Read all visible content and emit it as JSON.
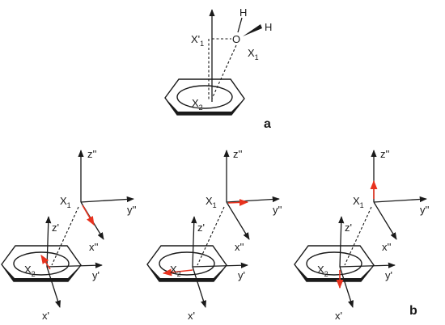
{
  "figure": {
    "panel_a": {
      "letter": "a",
      "h_top": "H",
      "h_right": "H",
      "oxygen": "O",
      "x1_prime": "X'",
      "x1_prime_sub": "1",
      "x1": "X",
      "x1_sub": "1",
      "x2": "X",
      "x2_sub": "2"
    },
    "panel_b": {
      "letter": "b",
      "frames": [
        {
          "z_double": "z''",
          "y_double": "y''",
          "x_double": "x''",
          "x1": "X",
          "x1_sub": "1",
          "z_prime": "z'",
          "y_prime": "y'",
          "x_prime": "x'",
          "x2": "X",
          "x2_sub": "2",
          "red_vector_on": "x-double-and-z-prime"
        },
        {
          "z_double": "z''",
          "y_double": "y''",
          "x_double": "x''",
          "x1": "X",
          "x1_sub": "1",
          "z_prime": "z'",
          "y_prime": "y'",
          "x_prime": "x'",
          "x2": "X",
          "x2_sub": "2",
          "red_vector_on": "y-double-and-x-prime"
        },
        {
          "z_double": "z''",
          "y_double": "y''",
          "x_double": "x''",
          "x1": "X",
          "x1_sub": "1",
          "z_prime": "z'",
          "y_prime": "y'",
          "x_prime": "x'",
          "x2": "X",
          "x2_sub": "2",
          "red_vector_on": "z-double-and-z-prime"
        }
      ]
    },
    "colors": {
      "ink": "#1a1a1a",
      "highlight": "#e8321e"
    }
  }
}
